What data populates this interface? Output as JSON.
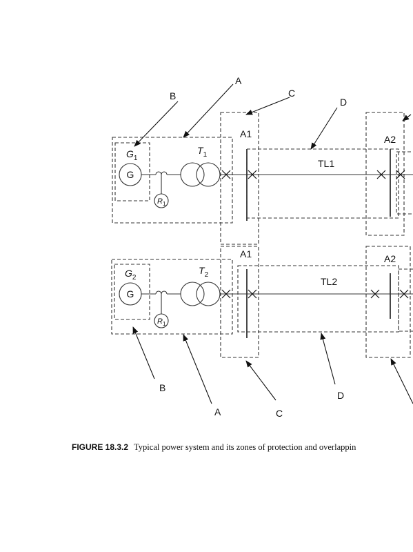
{
  "diagram": {
    "zone_labels": {
      "a": "A",
      "b": "B",
      "c": "C",
      "d": "D"
    },
    "breaker_zones": {
      "a1": "A1",
      "a2": "A2"
    },
    "generator_symbol": "G",
    "lines": {
      "tl1": "TL1",
      "tl2": "TL2"
    },
    "gen1": {
      "base": "G",
      "sub": "1"
    },
    "gen2": {
      "base": "G",
      "sub": "2"
    },
    "xfmr1": {
      "base": "T",
      "sub": "1"
    },
    "xfmr2": {
      "base": "T",
      "sub": "2"
    },
    "res1": {
      "base": "R",
      "sub": "1"
    },
    "res2": {
      "base": "R",
      "sub": "1"
    }
  },
  "caption": {
    "figure_number": "FIGURE 18.3.2",
    "text": "Typical power system and its zones of protection and overlappin"
  }
}
